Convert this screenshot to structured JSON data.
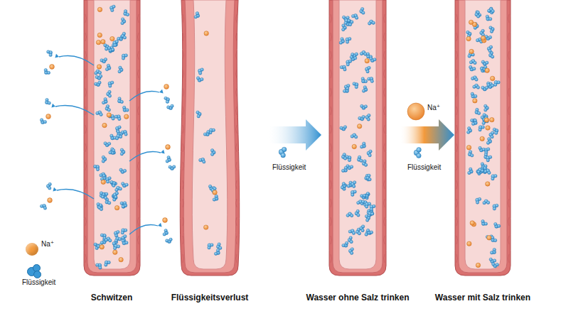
{
  "diagram": {
    "labels": [
      "Schwitzen",
      "Flüssigkeitsverlust",
      "Wasser ohne Salz trinken",
      "Wasser mit Salz trinken",
      "Flüssigkeit",
      "Na⁺",
      "Flüssigkeit"
    ],
    "legend": [
      {
        "text": "Na⁺",
        "color": "#f39a3c"
      },
      {
        "text": "Flüssigkeit",
        "color": "#3a98d6"
      }
    ]
  }
}
